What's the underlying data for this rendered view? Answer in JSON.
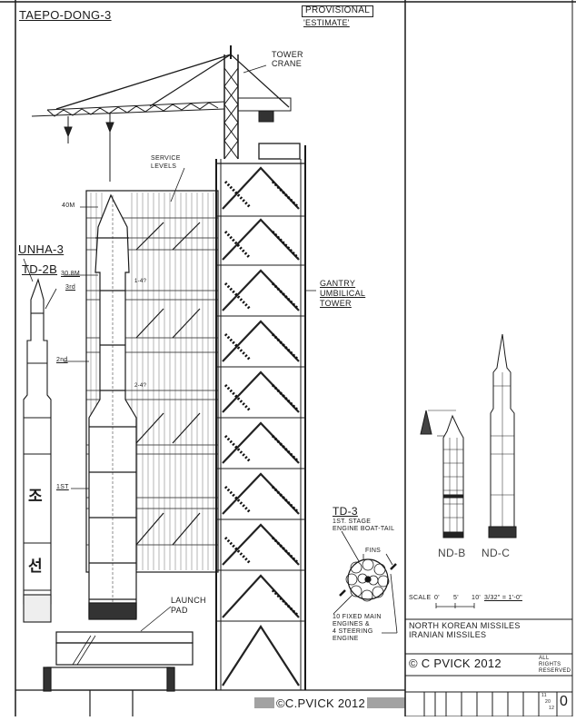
{
  "drawing": {
    "title": "TAEPO-DONG-3",
    "status_box": "PROVISIONAL",
    "status_sub": "'ESTIMATE'",
    "labels": {
      "tower_crane": [
        "TOWER",
        "CRANE"
      ],
      "service_levels": [
        "SERVICE",
        "LEVELS"
      ],
      "gantry": [
        "GANTRY",
        "UMBILICAL",
        "TOWER"
      ],
      "height_40m": "40M",
      "height_30_8m": "30.8M",
      "unha3": "UNHA-3",
      "td2b": "TD-2B",
      "stage_3rd": "3rd",
      "stage_2nd": "2nd",
      "stage_1st": "1ST",
      "level_1": "1-4?",
      "level_2": "2-4?",
      "launch_pad": [
        "LAUNCH",
        "PAD"
      ],
      "korean_1": "조",
      "korean_2": "선"
    },
    "boattail": {
      "title": "TD-3",
      "subtitle_1": "1ST. STAGE",
      "subtitle_2": "ENGINE BOAT-TAIL",
      "fins": "FINS",
      "engines": [
        "10 FIXED MAIN",
        "ENGINES &",
        "4 STEERING",
        "ENGINE"
      ]
    },
    "comparison": {
      "rocket_1": "ND-B",
      "rocket_2": "ND-C",
      "scale_label": "SCALE",
      "scale_ticks": [
        "0'",
        "5'",
        "10'"
      ],
      "scale_ratio": "3/32\" = 1'-0\""
    },
    "title_block": {
      "line_1": "NORTH KOREAN MISSILES",
      "line_2": "IRANIAN MISSILES",
      "copyright": "© C PVICK 2012",
      "rights": [
        "ALL",
        "RIGHTS",
        "RESERVED"
      ],
      "date": [
        "11",
        "20",
        "12"
      ],
      "sheet_no": "0"
    },
    "footer_signature": "©C.PVICK 2012"
  }
}
